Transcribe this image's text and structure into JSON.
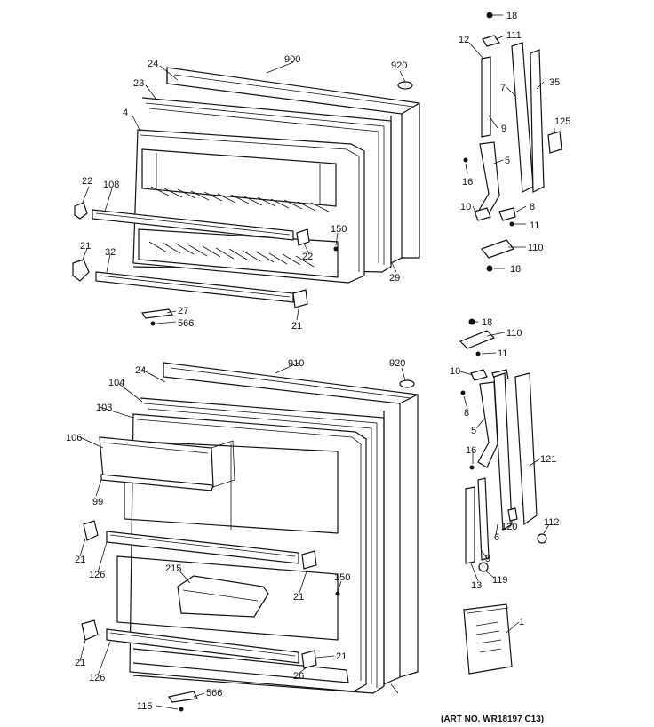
{
  "art_number": "(ART NO. WR18197 C13)",
  "top_labels": [
    "18",
    "111",
    "12",
    "7",
    "35",
    "900",
    "24",
    "920",
    "23",
    "4",
    "125",
    "9",
    "5",
    "16",
    "10",
    "8",
    "11",
    "22",
    "108",
    "150",
    "22",
    "110",
    "18",
    "21",
    "32",
    "29",
    "27",
    "566",
    "21"
  ],
  "bottom_labels": [
    "18",
    "110",
    "11",
    "910",
    "24",
    "920",
    "10",
    "104",
    "8",
    "103",
    "5",
    "106",
    "16",
    "121",
    "99",
    "120",
    "112",
    "6",
    "21",
    "126",
    "9",
    "13",
    "119",
    "215",
    "150",
    "21",
    "1",
    "21",
    "126",
    "21",
    "26",
    "566",
    "115"
  ],
  "colors": {
    "line": "#111111",
    "background": "#ffffff"
  }
}
